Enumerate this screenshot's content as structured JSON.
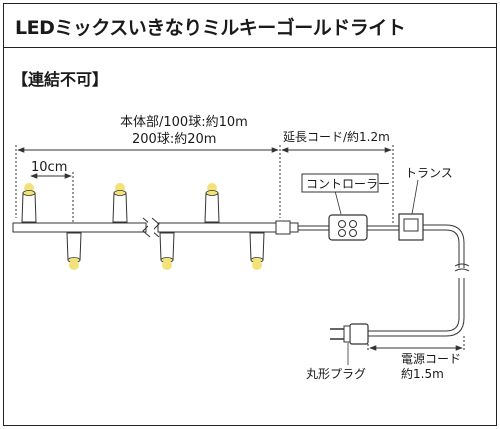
{
  "title": "LEDミックスいきなりミルキーゴールドライト",
  "section": "【連結不可】",
  "labels": {
    "body_length_1": "本体部/100球:約10m",
    "body_length_2": "200球:約20m",
    "extension_cord": "延長コード/約1.2m",
    "spacing": "10cm",
    "controller": "コントローラー",
    "transformer": "トランス",
    "power_cord_1": "電源コード",
    "power_cord_2": "約1.5m",
    "plug": "丸形プラグ"
  },
  "colors": {
    "line": "#333333",
    "cable": "#ffffff",
    "bulb_glow": "#f2e27a"
  }
}
